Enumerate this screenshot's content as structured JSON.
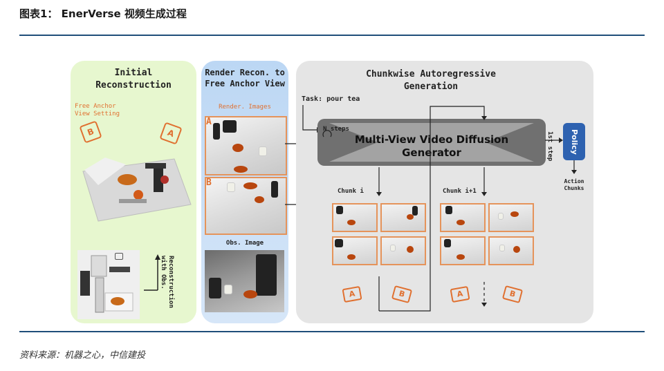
{
  "figure_title": "图表1：  EnerVerse 视频生成过程",
  "source": "资料来源：机器之心，中信建投",
  "panels": {
    "initial": {
      "title_line1": "Initial",
      "title_line2": "Reconstruction",
      "anchor_line1": "Free Anchor",
      "anchor_line2": "View Setting",
      "cam_a": "A",
      "cam_b": "B",
      "recon_line1": "Reconstruction",
      "recon_line2": "with Obs."
    },
    "render": {
      "title_line1": "Render Recon. to",
      "title_line2": "Free Anchor View",
      "images_label": "Render. Images",
      "label_a": "A",
      "label_b": "B",
      "obs_label": "Obs. Image"
    },
    "chunkwise": {
      "title_line1": "Chunkwise Autoregressive",
      "title_line2": "Generation",
      "task": "Task: pour tea",
      "n_steps": "N steps",
      "generator_line1": "Multi-View Video Diffusion",
      "generator_line2": "Generator",
      "first_step": "1st step",
      "policy": "Policy",
      "action_line1": "Action",
      "action_line2": "Chunks",
      "chunk_i": "Chunk i",
      "chunk_i1": "Chunk i+1",
      "cam_a": "A",
      "cam_b": "B"
    }
  },
  "colors": {
    "rule": "#1f4e79",
    "initial_bg": "#e7f7cf",
    "render_bg": "#bcd7f4",
    "chunk_bg": "#e5e5e5",
    "accent_orange": "#e07030",
    "policy_blue": "#2e62b0",
    "generator_gray": "#707070"
  }
}
